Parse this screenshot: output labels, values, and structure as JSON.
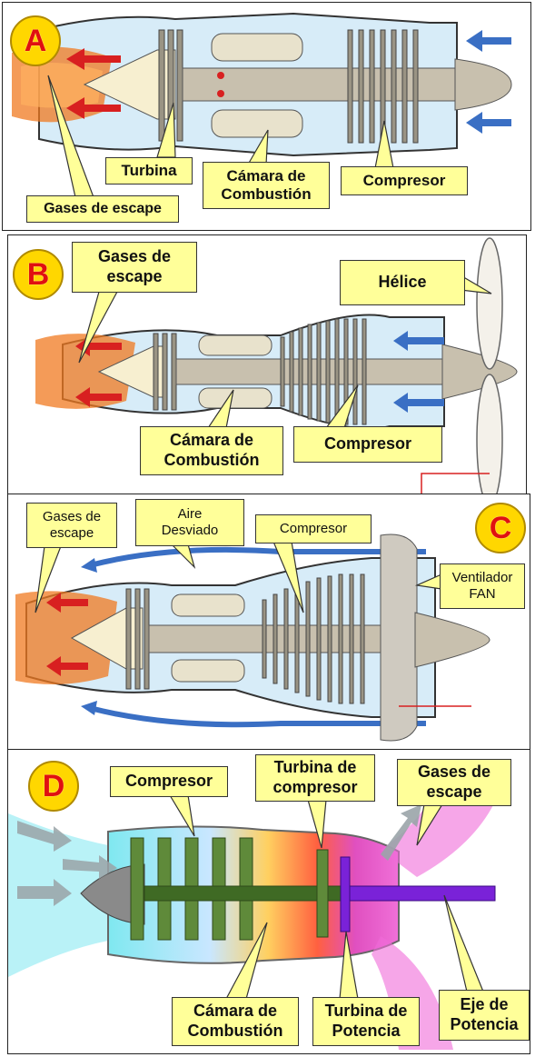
{
  "panel_a": {
    "badge": "A",
    "labels": {
      "turbina": "Turbina",
      "camara": "Cámara de\nCombustión",
      "compresor": "Compresor",
      "gases": "Gases de escape"
    }
  },
  "panel_b": {
    "badge": "B",
    "labels": {
      "gases": "Gases de\nescape",
      "helice": "Hélice",
      "camara": "Cámara de\nCombustión",
      "compresor": "Compresor"
    }
  },
  "panel_c": {
    "badge": "C",
    "labels": {
      "gases": "Gases de\nescape",
      "aire": "Aire\nDesviado",
      "compresor": "Compresor",
      "ventilador": "Ventilador\nFAN"
    }
  },
  "panel_d": {
    "badge": "D",
    "labels": {
      "compresor": "Compresor",
      "turbina_compresor": "Turbina de\ncompresor",
      "gases": "Gases de\nescape",
      "camara": "Cámara de\nCombustión",
      "turbina_potencia": "Turbina de\nPotencia",
      "eje": "Eje de\nPotencia"
    }
  },
  "colors": {
    "badge": "#ffd700",
    "badge_text": "#e01010",
    "callout": "#ffff99",
    "airflow_arrow": "#3a6fc4",
    "exhaust_arrow": "#d82020",
    "exhaust_flame": "#f07a20",
    "engine_casing": "#b8dcf0",
    "shaft": "#c8c0ae",
    "power_shaft": "#7a22d8",
    "exhaust_pink": "#f06ad8",
    "compressor_green": "#5f8a3a"
  }
}
